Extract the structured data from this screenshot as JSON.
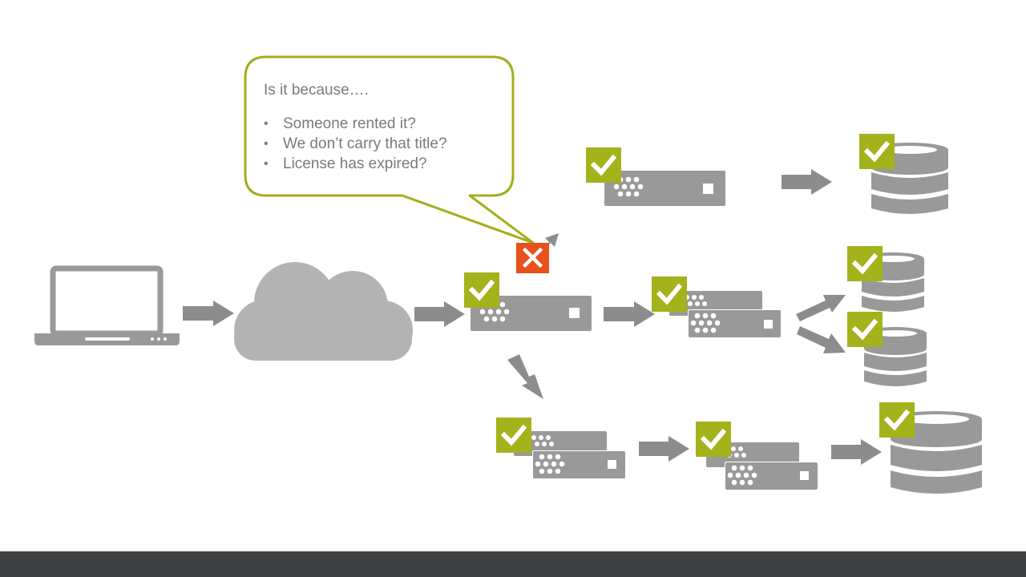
{
  "colors": {
    "device_gray": "#999999",
    "arrow_gray": "#8c8c8c",
    "cloud_gray": "#b3b3b3",
    "check_green": "#a4b21b",
    "error_orange": "#e8501c",
    "callout_border": "#a4ad1c",
    "footer_dark": "#404142"
  },
  "icons": {
    "client": "laptop-icon",
    "network": "cloud-icon",
    "server": "server-icon",
    "server_pair": "server-stack-icon",
    "database": "database-icon",
    "ok": "check-icon",
    "error": "x-icon"
  },
  "callout": {
    "heading": "Is it because….",
    "items": [
      "Someone rented it?",
      "We don’t carry that title?",
      "License has expired?"
    ]
  }
}
